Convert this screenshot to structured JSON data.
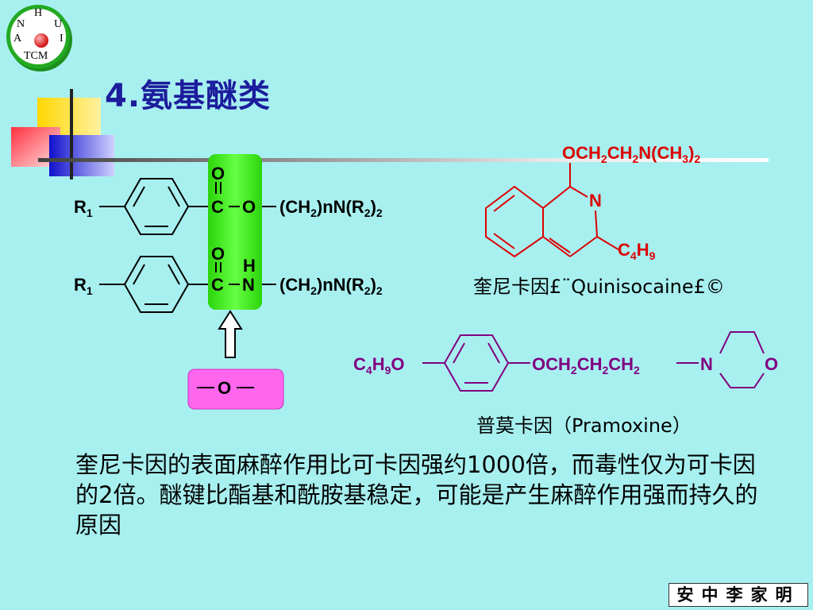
{
  "logo": {
    "top": "H",
    "left": "N",
    "right": "U",
    "left_low": "A",
    "right_low": "I",
    "bottom": "TCM"
  },
  "title": "4.氨基醚类",
  "general_structures": {
    "r1": "R",
    "r1_sub": "1",
    "ester": {
      "o_top": "O",
      "c": "C",
      "o": "O"
    },
    "amide": {
      "o_top": "O",
      "c": "C",
      "h": "H",
      "n": "N"
    },
    "chain_a": "(CH",
    "chain_sub": "2",
    "chain_b": ")nN(R",
    "chain_c": ")",
    "ether_o": "O"
  },
  "quinisocaine": {
    "substituent_a": "OCH",
    "substituent_b": "CH",
    "substituent_c": "N(CH",
    "substituent_d": "3",
    "substituent_e": ")",
    "sub_2": "2",
    "n": "N",
    "alkyl_c": "C",
    "alkyl_c_sub": "4",
    "alkyl_h": "H",
    "alkyl_h_sub": "9",
    "label": "奎尼卡因£¨Quinisocaine£©"
  },
  "pramoxine": {
    "left_a": "C",
    "left_sub4": "4",
    "left_b": "H",
    "left_sub9": "9",
    "left_c": "O",
    "chain_a": "OCH",
    "chain_b": "CH",
    "chain_c": "CH",
    "chain_sub": "2",
    "n": "N",
    "o": "O",
    "label": "普莫卡因（Pramoxine）"
  },
  "paragraph": "奎尼卡因的表面麻醉作用比可卡因强约1000倍，而毒性仅为可卡因的2倍。醚键比酯基和酰胺基稳定，可能是产生麻醉作用强而持久的原因",
  "signature": "安中李家明",
  "colors": {
    "background": "#a8f0f0",
    "title": "#1c1c9c",
    "quinisocaine": "#dd0000",
    "pramoxine": "#800080",
    "highlight_green": "#44ee22",
    "highlight_magenta": "#ff66ee"
  }
}
